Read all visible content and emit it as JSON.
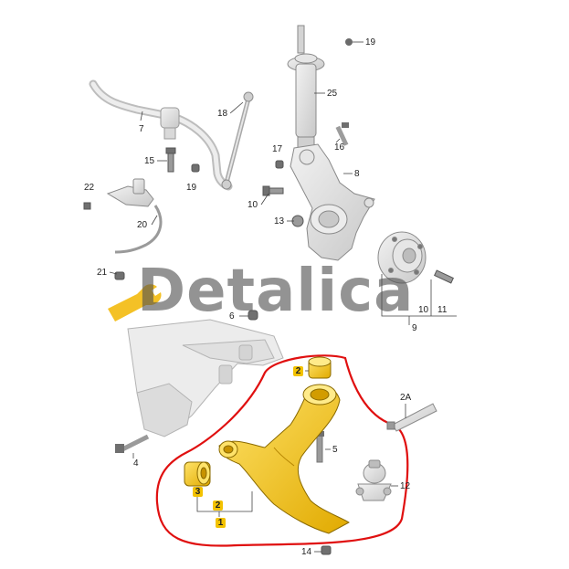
{
  "watermark": {
    "brand": "Detalica",
    "brand_color": "#555555",
    "wrench_color": "#f2b600"
  },
  "highlight": {
    "outline_color": "#e01010",
    "part_color": "#f3c200"
  },
  "callouts": {
    "n19a": "19",
    "n25": "25",
    "n18": "18",
    "n7": "7",
    "n16": "16",
    "n17": "17",
    "n8": "8",
    "n15": "15",
    "n19b": "19",
    "n22": "22",
    "n10a": "10",
    "n13": "13",
    "n20": "20",
    "n21": "21",
    "n6": "6",
    "n9": "9",
    "n10b": "10",
    "n11": "11",
    "n2a": "2",
    "n2A": "2A",
    "n4": "4",
    "n5": "5",
    "n12": "12",
    "n14": "14",
    "n3": "3",
    "n2b": "2",
    "n1": "1"
  }
}
